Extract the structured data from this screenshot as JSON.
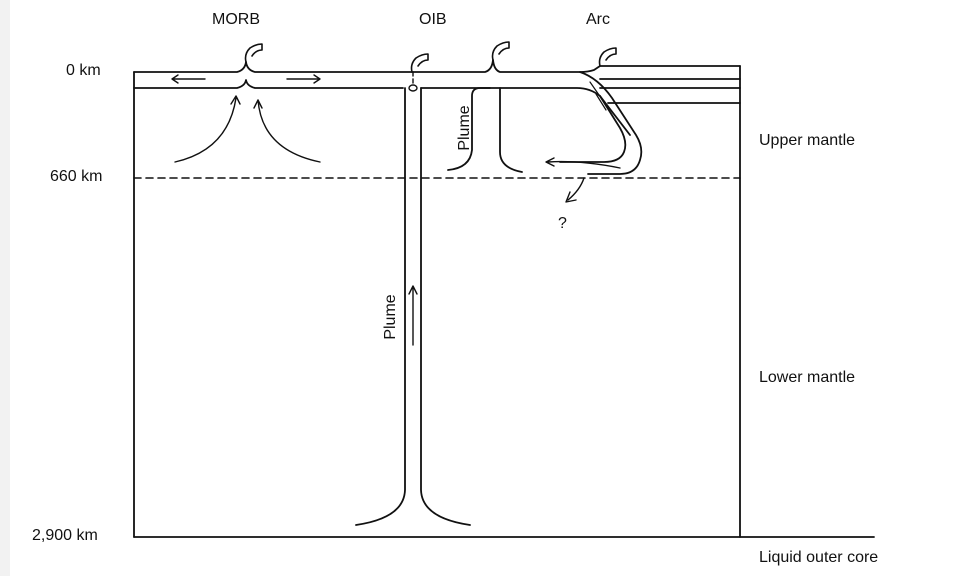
{
  "diagram": {
    "depth_labels": {
      "surface": "0 km",
      "transition": "660 km",
      "core_mantle_boundary": "2,900 km"
    },
    "source_labels": {
      "morb": "MORB",
      "oib": "OIB",
      "arc": "Arc"
    },
    "layer_labels": {
      "upper_mantle": "Upper mantle",
      "lower_mantle": "Lower mantle",
      "outer_core": "Liquid outer core"
    },
    "feature_labels": {
      "deep_plume": "Plume",
      "shallow_plume": "Plume",
      "unknown": "?"
    },
    "colors": {
      "line": "#111111",
      "background": "#ffffff",
      "margin": "#f2f2f2"
    }
  }
}
